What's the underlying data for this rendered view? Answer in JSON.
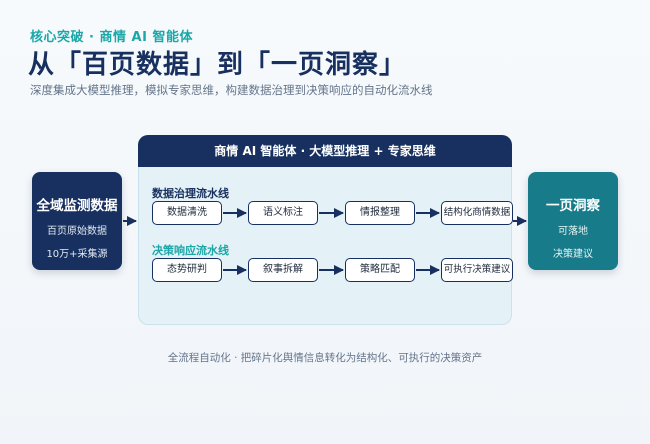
{
  "header": {
    "eyebrow": "核心突破 · 商情 AI 智能体",
    "title": "从「百页数据」到「一页洞察」",
    "subtitle": "深度集成大模型推理，模拟专家思维，构建数据治理到决策响应的自动化流水线"
  },
  "input": {
    "title": "全域监测数据",
    "line1": "百页原始数据",
    "line2": "10万+采集源"
  },
  "engine": {
    "title": "商情 AI 智能体 · 大模型推理 + 专家思维",
    "row1": {
      "label": "数据治理流水线",
      "steps": [
        "数据清洗",
        "语义标注",
        "情报整理",
        "结构化商情数据"
      ]
    },
    "row2": {
      "label": "决策响应流水线",
      "steps": [
        "态势研判",
        "叙事拆解",
        "策略匹配",
        "可执行决策建议"
      ]
    }
  },
  "output": {
    "title": "一页洞察",
    "line1": "可落地",
    "line2": "决策建议"
  },
  "footer": "全流程自动化 · 把碎片化舆情信息转化为结构化、可执行的决策资产",
  "colors": {
    "navy": "#17305f",
    "teal": "#19a7a8",
    "output_teal": "#177b89",
    "panel_bg": "#e4f1f6"
  }
}
